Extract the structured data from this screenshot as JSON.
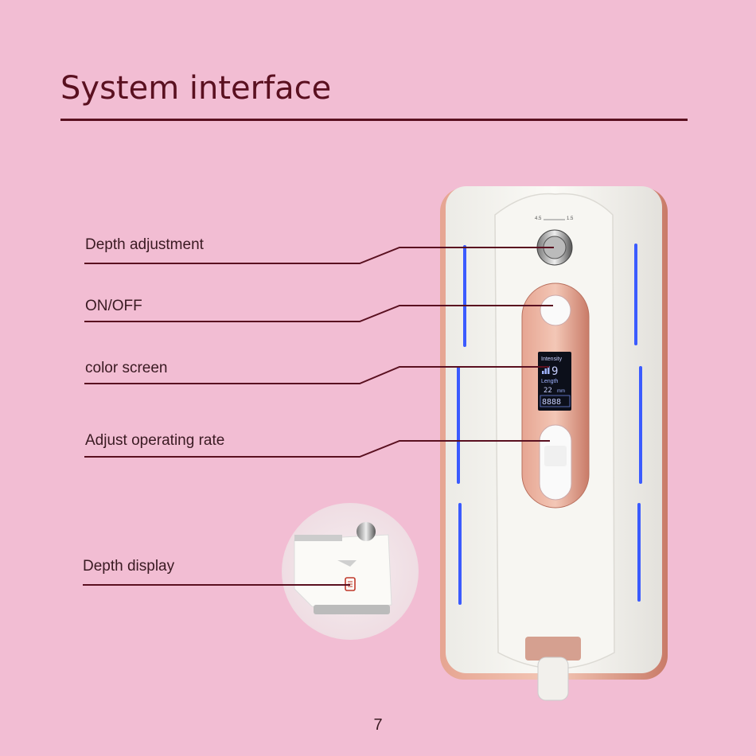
{
  "page": {
    "title": "System interface",
    "page_number": "7"
  },
  "callouts": [
    {
      "label": "Depth adjustment"
    },
    {
      "label": "ON/OFF"
    },
    {
      "label": "color screen"
    },
    {
      "label": "Adjust operating rate"
    },
    {
      "label": "Depth display"
    }
  ],
  "screen": {
    "intensity_label": "Intensity",
    "intensity_value": "9",
    "length_label": "Length",
    "length_value": "22",
    "length_unit": "mm",
    "counter": "8888"
  },
  "dial": {
    "left_mark": "4.5",
    "right_mark": "1.5"
  },
  "colors": {
    "background": "#f2bdd3",
    "title": "#5a1020",
    "rose_gold": "#d98e7c",
    "led_blue": "#3b5bff"
  }
}
